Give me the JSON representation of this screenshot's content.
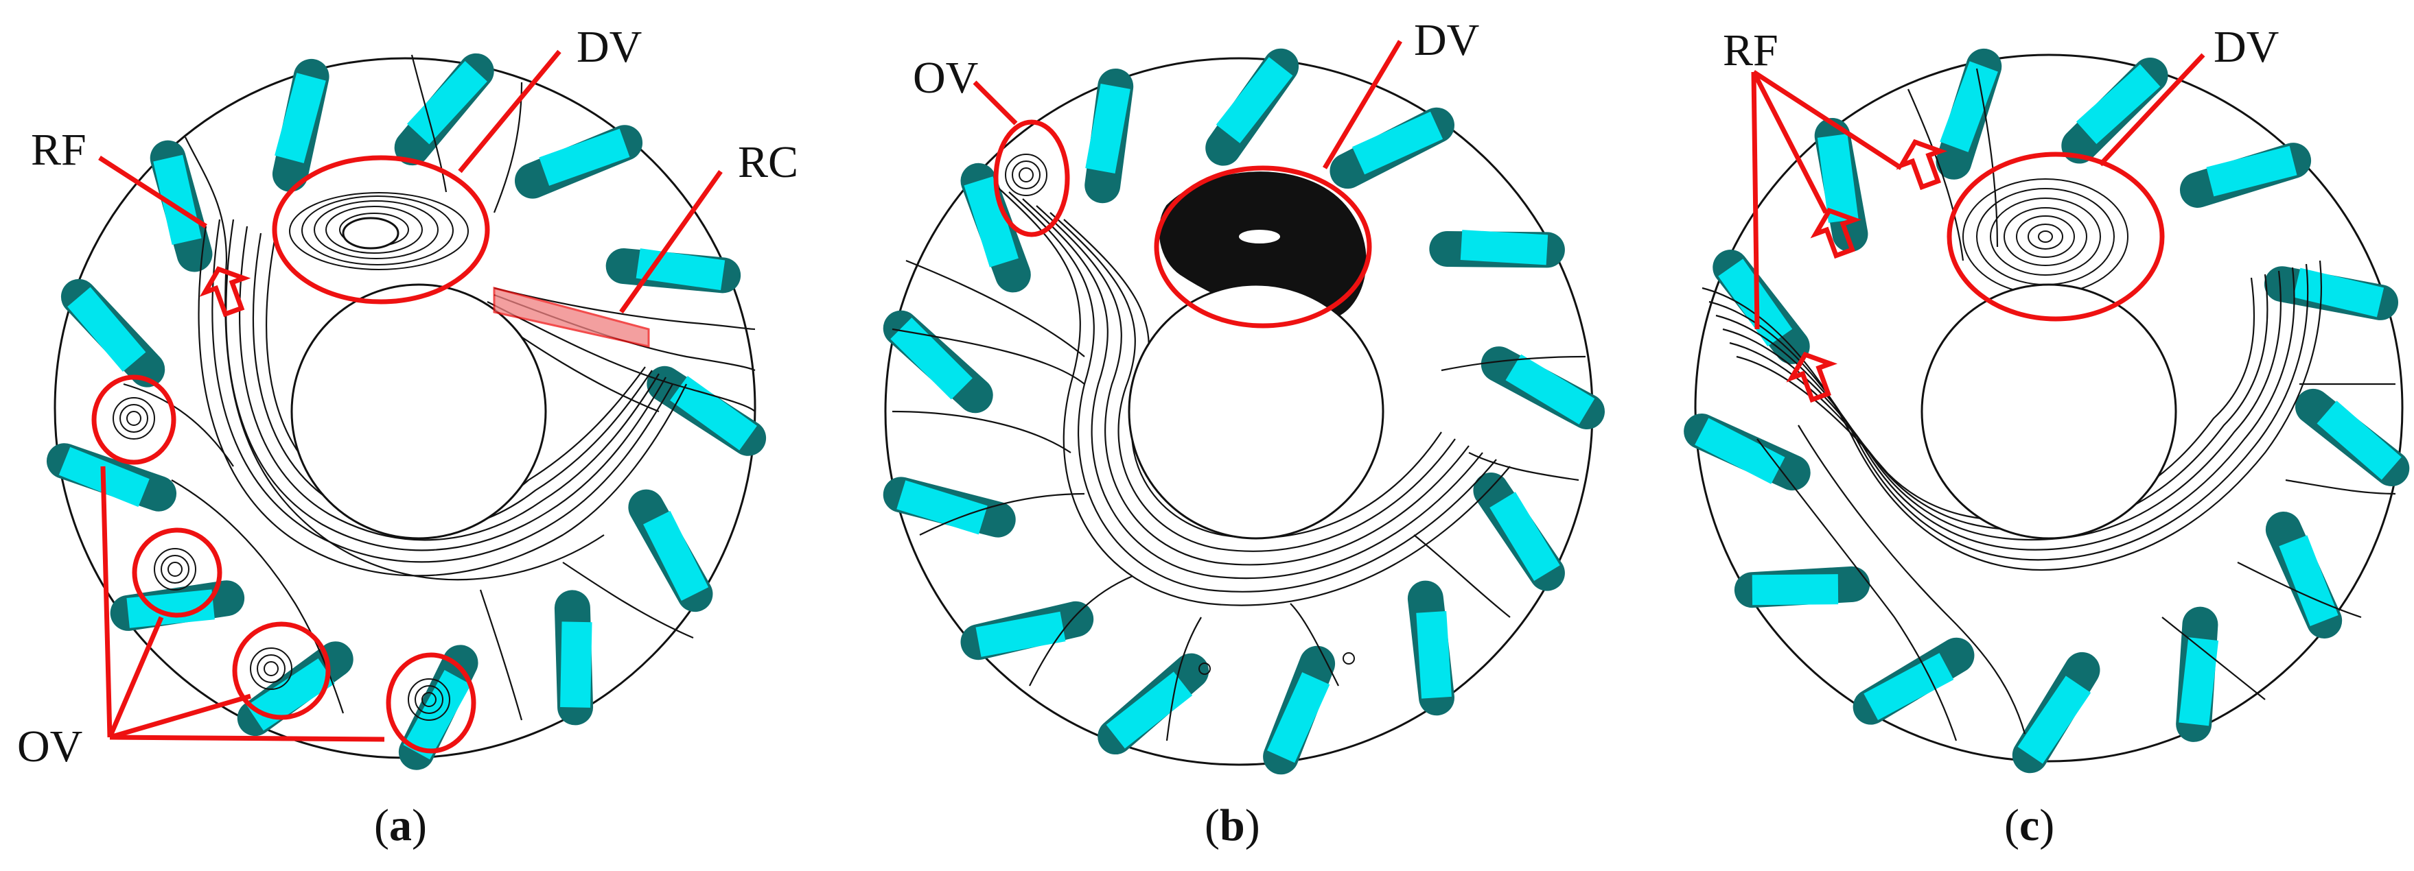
{
  "colors": {
    "blade": "#00e5ee",
    "blade_shadow": "#0f6e6e",
    "annotation": "#ee1111",
    "streamline": "#111111",
    "background": "#ffffff",
    "recirculation_fill": "#f08080"
  },
  "panels": [
    {
      "id": "a",
      "caption": {
        "open": "(",
        "letter": "a",
        "close": ")"
      },
      "labels": {
        "dv": "DV",
        "rf": "RF",
        "rc": "RC",
        "ov": "OV"
      }
    },
    {
      "id": "b",
      "caption": {
        "open": "(",
        "letter": "b",
        "close": ")"
      },
      "labels": {
        "ov": "OV",
        "dv": "DV"
      }
    },
    {
      "id": "c",
      "caption": {
        "open": "(",
        "letter": "c",
        "close": ")"
      },
      "labels": {
        "rf": "RF",
        "dv": "DV"
      }
    }
  ]
}
